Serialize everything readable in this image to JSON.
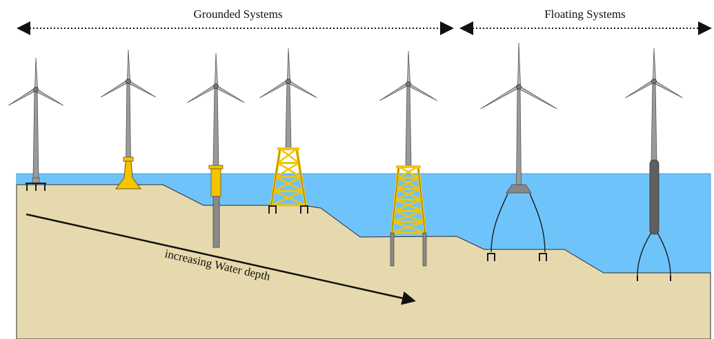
{
  "headers": {
    "grounded": "Grounded Systems",
    "floating": "Floating Systems"
  },
  "depth_arrow_label": "increasing Water depth",
  "colors": {
    "water": "#6fc3fb",
    "seabed": "#e7d9ae",
    "tower": "#9a9a9a",
    "foundation": "#f5c400",
    "pile": "#8a8a8a",
    "spar": "#5f5f5f",
    "outline": "#1a1a1a"
  },
  "turbines": [
    {
      "id": "monopile-shallow",
      "system": "grounded",
      "foundation": "gravity-base"
    },
    {
      "id": "monopile-suction",
      "system": "grounded",
      "foundation": "suction-caisson"
    },
    {
      "id": "monopile-driven",
      "system": "grounded",
      "foundation": "monopile"
    },
    {
      "id": "jacket-shallow",
      "system": "grounded",
      "foundation": "jacket"
    },
    {
      "id": "jacket-deep",
      "system": "grounded",
      "foundation": "jacket-piled"
    },
    {
      "id": "tension-leg",
      "system": "floating",
      "foundation": "tension-leg-platform"
    },
    {
      "id": "spar-buoy",
      "system": "floating",
      "foundation": "spar-buoy"
    }
  ]
}
